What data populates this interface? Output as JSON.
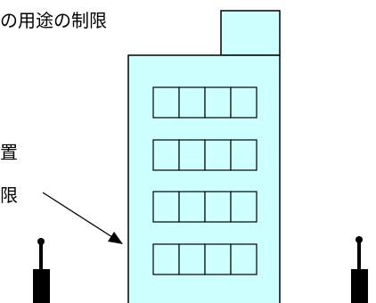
{
  "labels": {
    "top": "の用途の制限",
    "mid1": "置",
    "mid2": "限"
  },
  "building": {
    "fill": "#ccffff",
    "stroke": "#000000",
    "window_rows": 4,
    "window_panes_per_row": 4
  },
  "icons": {
    "left_post": "post-icon",
    "right_post": "post-icon",
    "arrow": "arrow-icon"
  }
}
